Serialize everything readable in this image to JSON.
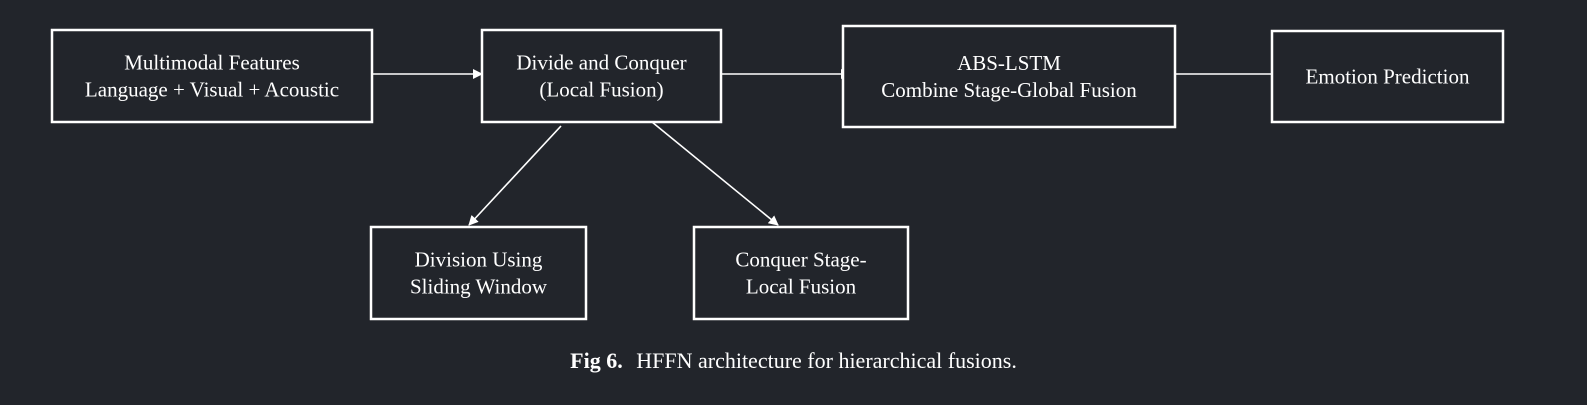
{
  "nodes": {
    "multimodal": {
      "lines": [
        "Multimodal Features",
        "Language + Visual + Acoustic"
      ]
    },
    "divide": {
      "lines": [
        "Divide and Conquer",
        "(Local Fusion)"
      ]
    },
    "abs": {
      "lines": [
        "ABS-LSTM",
        "Combine Stage-Global Fusion"
      ]
    },
    "emotion": {
      "lines": [
        "Emotion Prediction"
      ]
    },
    "division": {
      "lines": [
        "Division Using",
        "Sliding Window"
      ]
    },
    "conquer": {
      "lines": [
        "Conquer Stage-",
        "Local Fusion"
      ]
    }
  },
  "edges": [
    {
      "from": "multimodal",
      "to": "divide"
    },
    {
      "from": "divide",
      "to": "abs"
    },
    {
      "from": "abs",
      "to": "emotion"
    },
    {
      "from": "divide",
      "to": "division"
    },
    {
      "from": "divide",
      "to": "conquer"
    }
  ],
  "caption": {
    "label": "Fig 6.",
    "text": "HFFN architecture for hierarchical fusions."
  }
}
